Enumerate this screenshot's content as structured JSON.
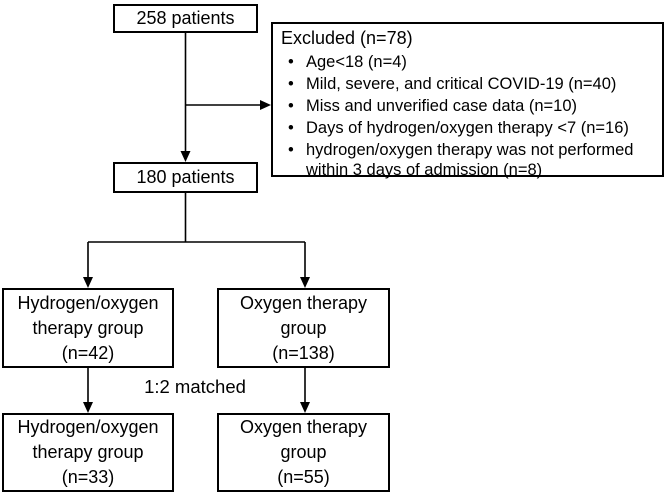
{
  "diagram": {
    "boxes": {
      "total": {
        "label": "258 patients"
      },
      "excluded": {
        "title": "Excluded (n=78)",
        "items": [
          "Age<18 (n=4)",
          "Mild, severe, and critical COVID-19 (n=40)",
          "Miss and unverified case data (n=10)",
          "Days of hydrogen/oxygen therapy <7 (n=16)",
          "hydrogen/oxygen therapy was not performed within 3 days of admission (n=8)"
        ]
      },
      "included": {
        "label": "180 patients"
      },
      "hydrogen_initial": {
        "line1": "Hydrogen/oxygen",
        "line2": "therapy group",
        "line3": "(n=42)"
      },
      "oxygen_initial": {
        "line1": "Oxygen therapy",
        "line2": "group",
        "line3": "(n=138)"
      },
      "hydrogen_matched": {
        "line1": "Hydrogen/oxygen",
        "line2": "therapy group",
        "line3": "(n=33)"
      },
      "oxygen_matched": {
        "line1": "Oxygen therapy",
        "line2": "group",
        "line3": "(n=55)"
      }
    },
    "labels": {
      "matched": "1:2 matched"
    },
    "colors": {
      "line": "#000000",
      "box_border": "#000000",
      "background": "#ffffff",
      "text": "#000000"
    }
  }
}
